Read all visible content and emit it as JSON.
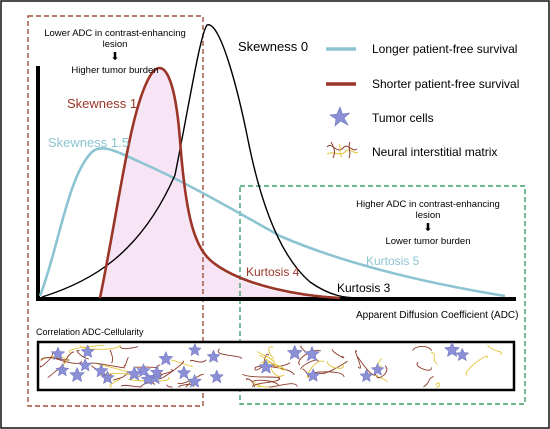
{
  "left_box": {
    "line1": "Lower ADC in contrast-enhancing",
    "line2": "lesion",
    "arrow": "⬇",
    "line3": "Higher tumor burden",
    "correlation": "Correlation ADC-Cellularity"
  },
  "right_box": {
    "line1": "Higher ADC in contrast-enhancing",
    "line2": "lesion",
    "arrow": "⬇",
    "line3": "Lower tumor burden"
  },
  "curves": {
    "black_label": "Skewness 0",
    "dark_red_label": "Skewness 1",
    "light_blue_label": "Skewness 1.5",
    "dark_red_kurtosis": "Kurtosis 4",
    "light_blue_kurtosis": "Kurtosis 5",
    "black_kurtosis": "Kurtosis 3"
  },
  "axis": {
    "x_label": "Apparent Diffusion Coefficient (ADC)"
  },
  "legend": [
    {
      "label": "Longer patient-free survival",
      "icon": "light-blue-line-icon",
      "color": "#8cc4d2"
    },
    {
      "label": "Shorter patient-free survival",
      "icon": "dark-red-line-icon",
      "color": "#9b3528"
    },
    {
      "label": "Tumor cells",
      "icon": "star-cell-icon",
      "color": "#8b8fd6"
    },
    {
      "label": "Neural interstitial matrix",
      "icon": "fiber-mesh-icon",
      "color": "#8b3a2a"
    }
  ],
  "colors": {
    "black": "#000000",
    "dark_red": "#9b3528",
    "light_blue": "#8cc4d2",
    "left_box_border": "#a0503c",
    "right_box_border": "#3f9f6a",
    "cell": "#8b8fd6",
    "fiber_red": "#8b3a2a",
    "fiber_yellow": "#e3c436"
  }
}
